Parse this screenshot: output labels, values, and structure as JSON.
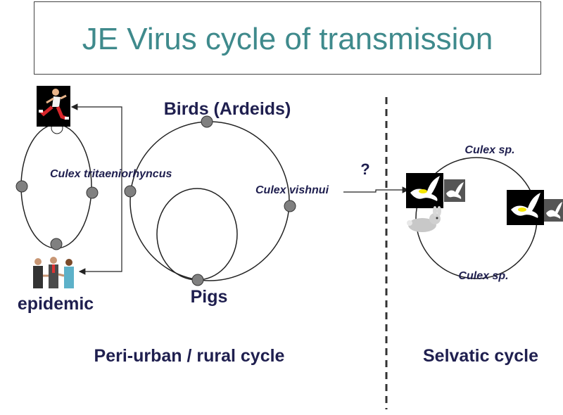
{
  "title": "JE Virus cycle of transmission",
  "labels": {
    "birds": "Birds (Ardeids)",
    "pigs": "Pigs",
    "epidemic": "epidemic",
    "culex_tritaeniorhyncus": "Culex tritaeniorhyncus",
    "culex_vishnui": "Culex vishnui",
    "culex_sp_top": "Culex sp.",
    "culex_sp_bottom": "Culex sp.",
    "question": "?",
    "peri_urban": "Peri-urban / rural cycle",
    "selvatic": "Selvatic cycle"
  },
  "icons": {
    "human_runner": "running-person-icon",
    "people_group": "people-group-icon",
    "bird": "white-bird-icon",
    "rabbit": "rabbit-icon"
  },
  "colors": {
    "title": "#3f8a8c",
    "text": "#1f1f4f",
    "node": "#808080",
    "line": "#222222"
  }
}
